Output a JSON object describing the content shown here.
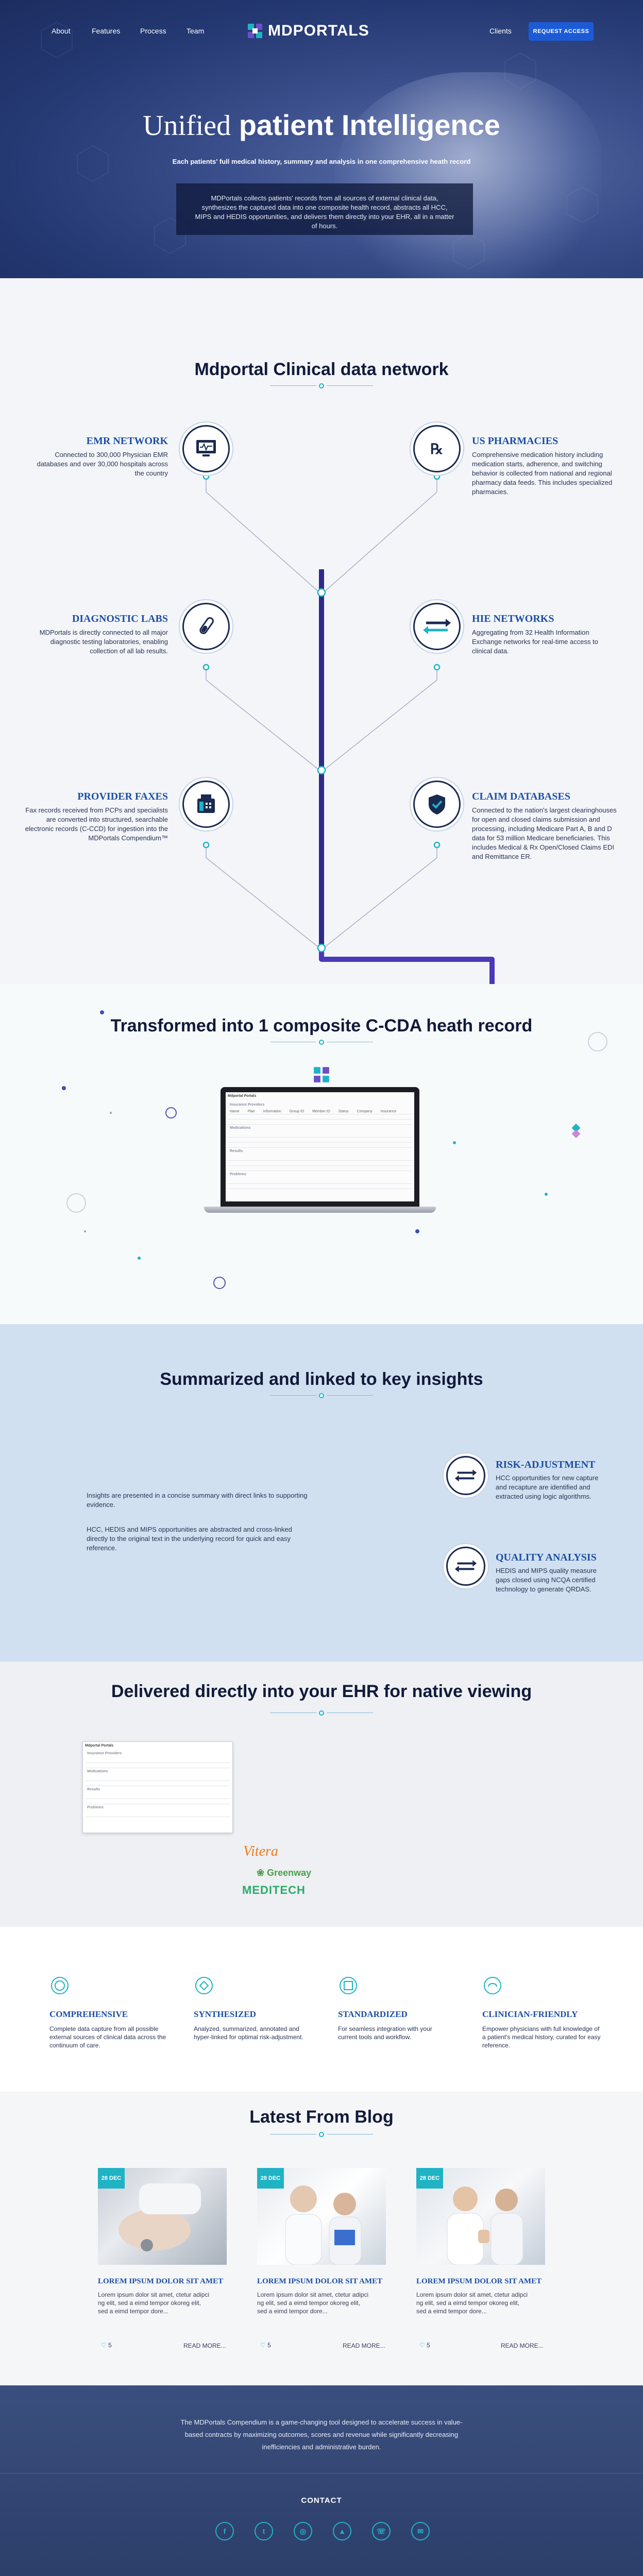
{
  "nav": {
    "about": "About",
    "features": "Features",
    "process": "Process",
    "team": "Team",
    "clients": "Clients",
    "request": "REQUEST ACCESS",
    "logo": "MDPORTALS"
  },
  "hero": {
    "title_a": "Unified",
    "title_b": "patient Intelligence",
    "subtitle": "Each patients' full medical history, summary and analysis in one comprehensive heath record",
    "box": "MDPortals collects patients' records from all sources of external clinical data, synthesizes the captured data into one composite health record, abstracts all HCC, MIPS and HEDIS opportunities, and delivers them directly into your EHR, all in a matter of hours."
  },
  "network": {
    "title": "Mdportal Clinical data network",
    "emr": {
      "title": "EMR NETWORK",
      "text": "Connected to 300,000 Physician EMR databases and over 30,000 hospitals across the country"
    },
    "pharm": {
      "title": "US PHARMACIES",
      "text": "Comprehensive medication history including medication starts, adherence, and switching behavior is collected from national and regional pharmacy data feeds. This includes specialized pharmacies."
    },
    "labs": {
      "title": "DIAGNOSTIC LABS",
      "text": "MDPortals is directly connected to all major diagnostic testing laboratories, enabling collection of all lab results."
    },
    "hie": {
      "title": "HIE NETWORKS",
      "text": "Aggregating from 32 Health Information Exchange networks for real-time access to clinical data."
    },
    "fax": {
      "title": "PROVIDER FAXES",
      "text": "Fax records received from PCPs and specialists are converted into structured, searchable electronic records (C-CCD) for ingestion into the MDPortals Compendium™"
    },
    "claims": {
      "title": "CLAIM DATABASES",
      "text": "Connected to the nation's largest clearinghouses for open and closed claims submission and processing, including Medicare Part A, B and D data for 53 million Medicare beneficiaries. This includes Medical & Rx Open/Closed Claims EDI and Remittance ER."
    }
  },
  "composite": {
    "title": "Transformed into 1 composite C-CDA heath record",
    "doc_header": "Mdportal Portals",
    "sections": [
      "Insurance Providers",
      "Medications",
      "Results",
      "Problems"
    ],
    "cols": [
      "Name",
      "Plan",
      "Information",
      "Group ID",
      "Member ID",
      "Status",
      "Company",
      "Insurance"
    ]
  },
  "insights": {
    "title": "Summarized and linked to key insights",
    "p1": "Insights are presented in a concise summary with direct links to supporting evidence.",
    "p2": "HCC, HEDIS and MIPS opportunities are abstracted and cross-linked directly to the original text in the underlying record for quick and easy reference.",
    "risk": {
      "title": "RISK-ADJUSTMENT",
      "text": "HCC opportunities for new capture and recapture are identified and extracted using logic algorithms."
    },
    "quality": {
      "title": "QUALITY ANALYSIS",
      "text": "HEDIS and MIPS quality measure gaps closed using NCQA certified technology to generate QRDAS."
    }
  },
  "ehr": {
    "title": "Delivered directly into your EHR for native viewing",
    "brands": [
      "Vitera",
      "Greenway",
      "MEDITECH"
    ]
  },
  "features": [
    {
      "title": "COMPREHENSIVE",
      "text": "Complete data capture from all possible external sources of clinical data across the continuum of care."
    },
    {
      "title": "SYNTHESIZED",
      "text": "Analyzed, summarized, annotated and hyper-linked for optimal risk-adjustment."
    },
    {
      "title": "STANDARDIZED",
      "text": "For seamless integration with your current tools and workflow."
    },
    {
      "title": "CLINICIAN-FRIENDLY",
      "text": "Empower physicians with full knowledge of a patient's medical history, curated for easy reference."
    }
  ],
  "blog": {
    "title": "Latest From Blog",
    "posts": [
      {
        "date": "28 DEC",
        "title": "LOREM IPSUM DOLOR SIT AMET",
        "text": "Lorem ipsum dolor sit amet, ctetur adipci ng elit, sed a eimd tempor okoreg elit, sed a eimd tempor dore...",
        "likes": "5",
        "more": "READ MORE..."
      },
      {
        "date": "28 DEC",
        "title": "LOREM IPSUM DOLOR SIT AMET",
        "text": "Lorem ipsum dolor sit amet, ctetur adipci ng elit, sed a eimd tempor okoreg elit, sed a eimd tempor dore...",
        "likes": "5",
        "more": "READ MORE..."
      },
      {
        "date": "28 DEC",
        "title": "LOREM IPSUM DOLOR SIT AMET",
        "text": "Lorem ipsum dolor sit amet, ctetur adipci ng elit, sed a eimd tempor okoreg elit, sed a eimd tempor dore...",
        "likes": "5",
        "more": "READ MORE..."
      }
    ]
  },
  "footer": {
    "text": "The MDPortals Compendium is a game-changing tool designed to accelerate success in value-based contracts by maximizing outcomes, scores and revenue while significantly decreasing inefficiencies and administrative burden.",
    "contact": "CONTACT",
    "social": [
      "facebook-icon",
      "twitter-icon",
      "instagram-icon",
      "location-icon",
      "phone-icon",
      "email-icon"
    ]
  },
  "colors": {
    "primary_blue": "#1b4fa3",
    "teal": "#1fb3c4",
    "purple_line": "#6a4fc8",
    "navy": "#111a3a"
  }
}
